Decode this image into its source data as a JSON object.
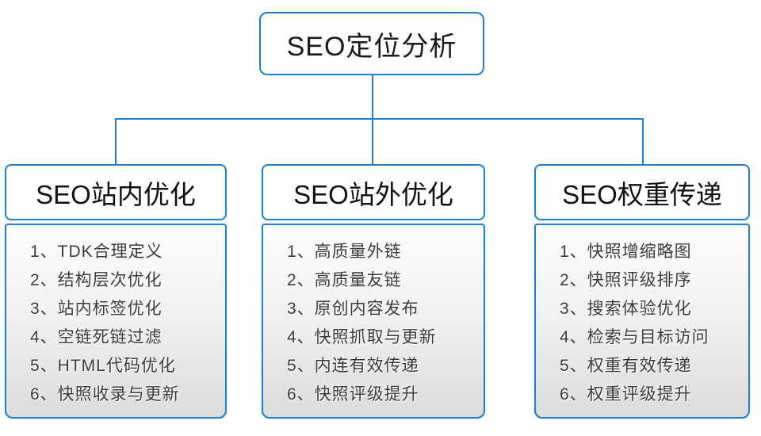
{
  "diagram": {
    "title": "SEO定位分析",
    "columns": [
      {
        "header": "SEO站内优化",
        "items": [
          "1、TDK合理定义",
          "2、结构层次优化",
          "3、站内标签优化",
          "4、空链死链过滤",
          "5、HTML代码优化",
          "6、快照收录与更新"
        ]
      },
      {
        "header": "SEO站外优化",
        "items": [
          "1、高质量外链",
          "2、高质量友链",
          "3、原创内容发布",
          "4、快照抓取与更新",
          "5、内连有效传递",
          "6、快照评级提升"
        ]
      },
      {
        "header": "SEO权重传递",
        "items": [
          "1、快照增缩略图",
          "2、快照评级排序",
          "3、搜索体验优化",
          "4、检索与目标访问",
          "5、权重有效传递",
          "6、权重评级提升"
        ]
      }
    ],
    "colors": {
      "accent_blue": "#2080cd",
      "list_gradient_top": "#fdfdfd",
      "list_gradient_bottom": "#dcdcdc",
      "text_dark": "#1a1a1a",
      "text_list": "#3b3b3b"
    }
  }
}
